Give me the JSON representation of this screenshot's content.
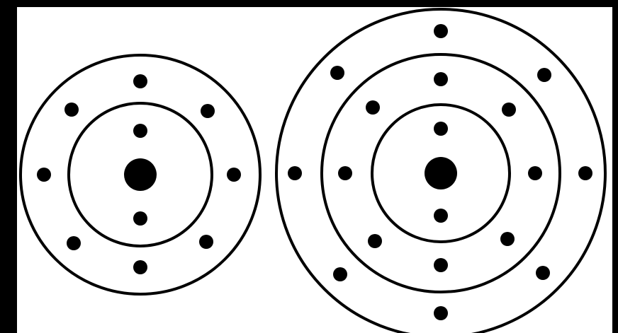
{
  "colors": {
    "frame": "#000000",
    "paper": "#ffffff",
    "ink": "#000000"
  },
  "atoms": [
    {
      "name": "atom-left",
      "shells": [
        {
          "electrons": 2
        },
        {
          "electrons": 8
        }
      ]
    },
    {
      "name": "atom-right",
      "shells": [
        {
          "electrons": 2
        },
        {
          "electrons": 8
        },
        {
          "electrons": 8
        }
      ]
    }
  ]
}
